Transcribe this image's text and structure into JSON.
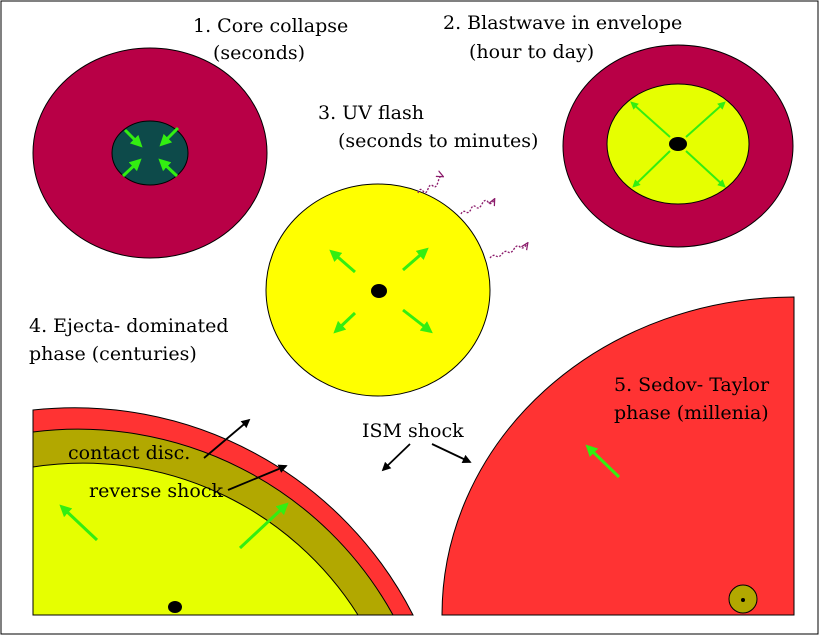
{
  "colors": {
    "crimson": "#b80046",
    "teal": "#0d4a4a",
    "yellow": "#ffff00",
    "lime_yellow": "#e6ff00",
    "olive": "#b2a800",
    "red": "#ff3333",
    "arrow_green": "#33ee11",
    "photon_purple": "#8a1a6a",
    "black": "#000000"
  },
  "stages": {
    "core_collapse": {
      "title": "1. Core collapse",
      "time": "(seconds)"
    },
    "blastwave": {
      "title": "2. Blastwave in envelope",
      "time": "(hour to day)"
    },
    "uv_flash": {
      "title": "3. UV flash",
      "time": "(seconds to minutes)"
    },
    "ejecta": {
      "title": "4. Ejecta- dominated",
      "time": "phase (centuries)"
    },
    "sedov": {
      "title": "5. Sedov- Taylor",
      "time": "phase (millenia)"
    }
  },
  "labels": {
    "contact_disc": "contact disc.",
    "reverse_shock": "reverse shock",
    "ism_shock": "ISM shock"
  }
}
